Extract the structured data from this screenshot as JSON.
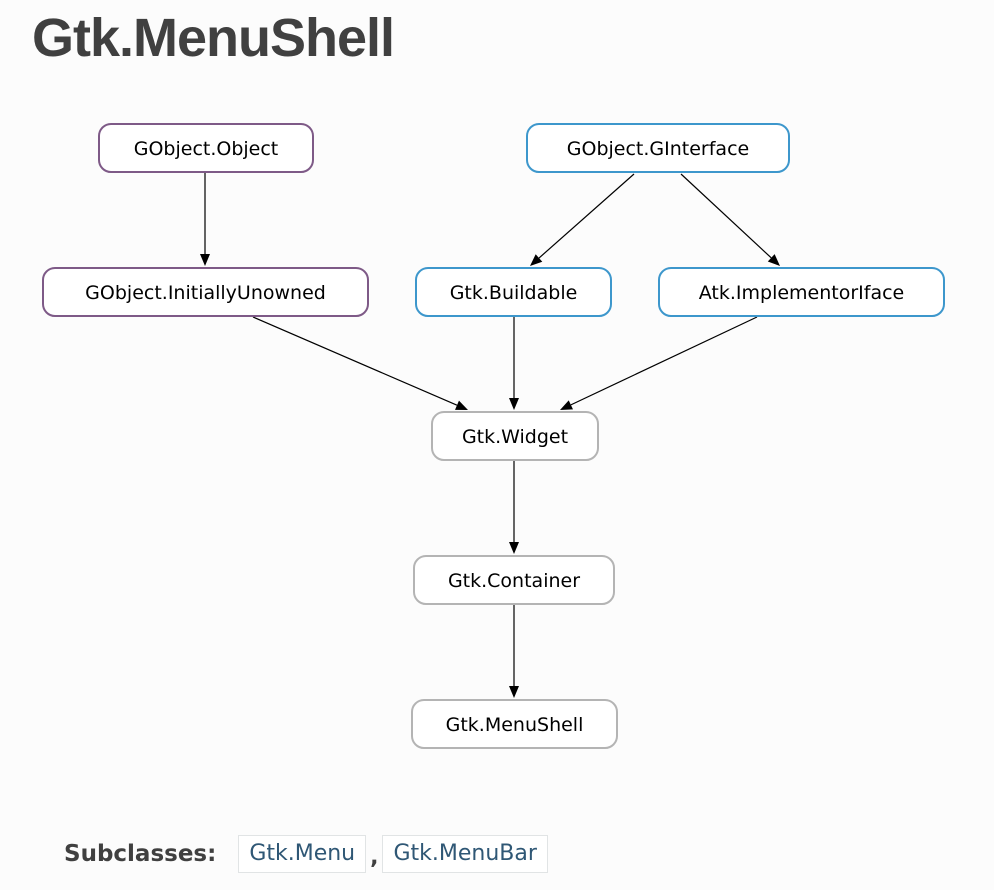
{
  "page": {
    "title": "Gtk.MenuShell"
  },
  "diagram": {
    "colors": {
      "purple": "#7e5a87",
      "blue": "#3d97cc",
      "gray": "#b4b4b4",
      "edge": "#000000"
    },
    "nodes": [
      {
        "id": "gobject-object",
        "label": "GObject.Object",
        "style": "purple"
      },
      {
        "id": "gobject-ginterface",
        "label": "GObject.GInterface",
        "style": "blue"
      },
      {
        "id": "gobject-initiallyunowned",
        "label": "GObject.InitiallyUnowned",
        "style": "purple"
      },
      {
        "id": "gtk-buildable",
        "label": "Gtk.Buildable",
        "style": "blue"
      },
      {
        "id": "atk-implementoriface",
        "label": "Atk.ImplementorIface",
        "style": "blue"
      },
      {
        "id": "gtk-widget",
        "label": "Gtk.Widget",
        "style": "gray"
      },
      {
        "id": "gtk-container",
        "label": "Gtk.Container",
        "style": "gray"
      },
      {
        "id": "gtk-menushell",
        "label": "Gtk.MenuShell",
        "style": "gray"
      }
    ],
    "edges": [
      {
        "from": "gobject-object",
        "to": "gobject-initiallyunowned"
      },
      {
        "from": "gobject-ginterface",
        "to": "gtk-buildable"
      },
      {
        "from": "gobject-ginterface",
        "to": "atk-implementoriface"
      },
      {
        "from": "gobject-initiallyunowned",
        "to": "gtk-widget"
      },
      {
        "from": "gtk-buildable",
        "to": "gtk-widget"
      },
      {
        "from": "atk-implementoriface",
        "to": "gtk-widget"
      },
      {
        "from": "gtk-widget",
        "to": "gtk-container"
      },
      {
        "from": "gtk-container",
        "to": "gtk-menushell"
      }
    ]
  },
  "subclasses": {
    "label": "Subclasses:",
    "separator": ",",
    "items": [
      {
        "label": "Gtk.Menu"
      },
      {
        "label": "Gtk.MenuBar"
      }
    ]
  }
}
